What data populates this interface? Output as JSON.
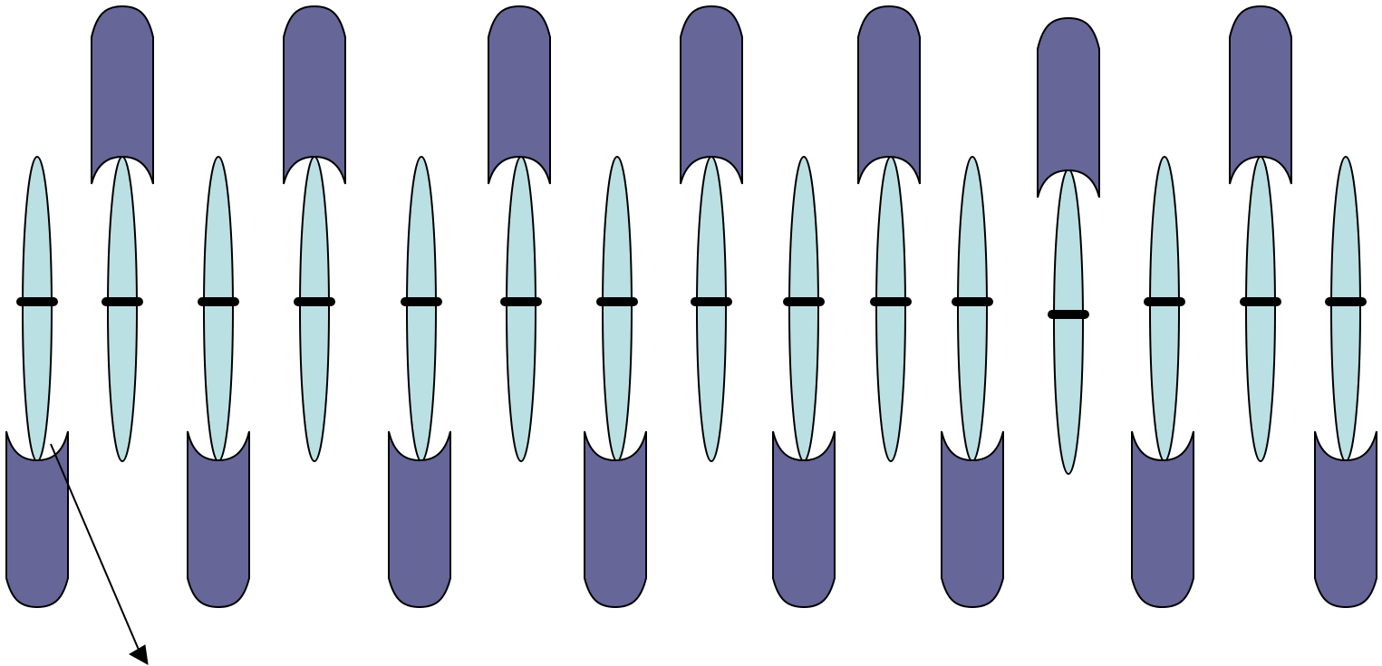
{
  "colors": {
    "background": "#ffffff",
    "kinetochore_fill": "#666699",
    "spindle_fiber_fill": "#bbe0e3",
    "outline": "#000000",
    "equator_bar": "#000000"
  },
  "diagram": {
    "description_items": {
      "spindle_fiber_count": 15,
      "top_cap_count": 7,
      "bottom_cap_count": 8,
      "has_pointer_arrow": true
    }
  }
}
